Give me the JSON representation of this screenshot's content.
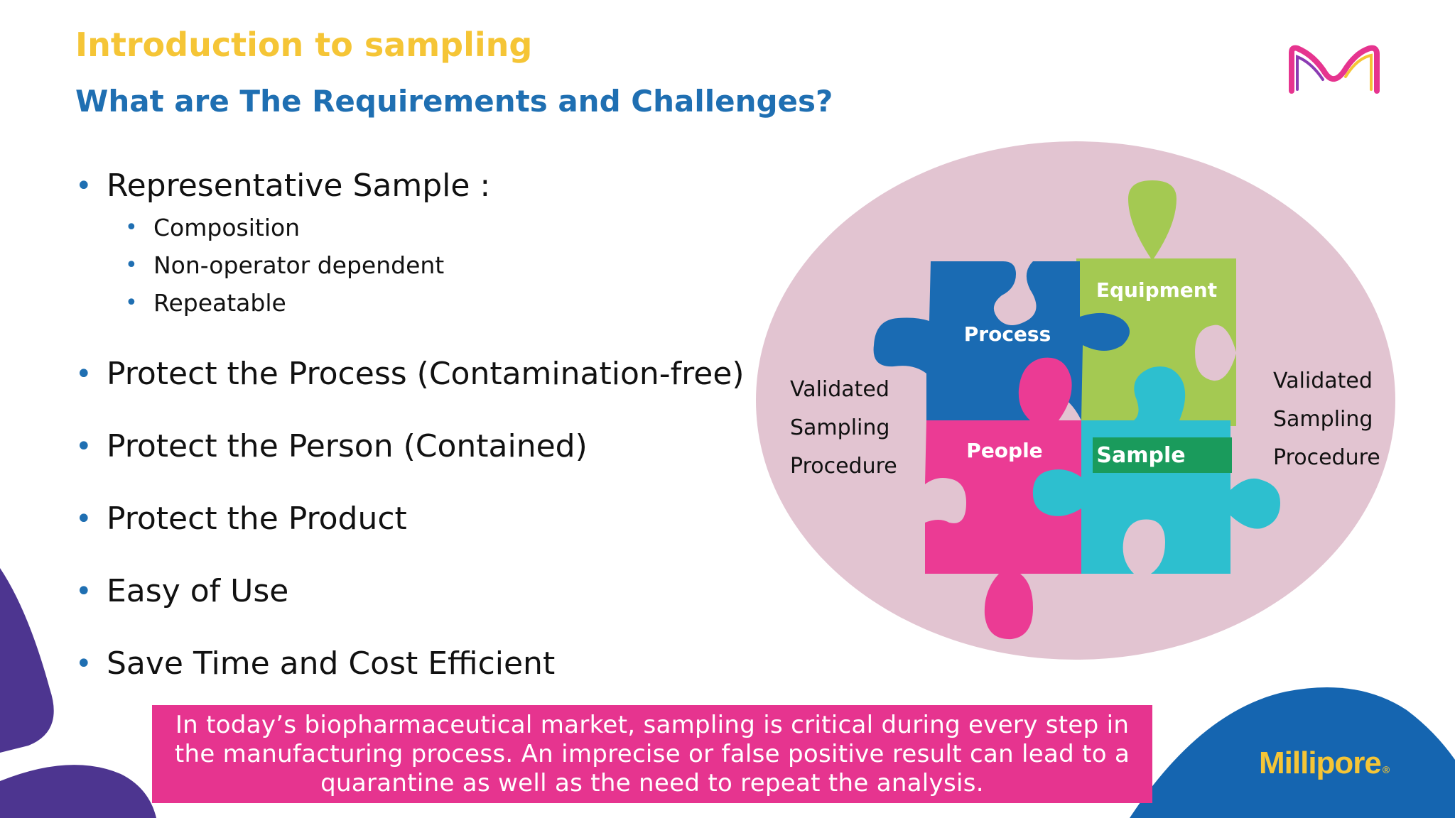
{
  "slide": {
    "title": "Introduction to sampling",
    "subtitle": "What are The Requirements and Challenges?",
    "bullets": [
      {
        "text": "Representative Sample :",
        "subs": [
          "Composition",
          "Non-operator dependent",
          "Repeatable"
        ]
      },
      {
        "text": "Protect the Process (Contamination-free)"
      },
      {
        "text": "Protect the Person (Contained)"
      },
      {
        "text": "Protect the Product"
      },
      {
        "text": "Easy of Use"
      },
      {
        "text": "Save Time and Cost Efficient"
      }
    ],
    "callout": "In today’s biopharmaceutical market, sampling is critical during every step in the manufacturing process. An imprecise or false positive result can lead to a quarantine as well as the need to repeat the analysis."
  },
  "diagram": {
    "pieces": {
      "process": "Process",
      "equipment": "Equipment",
      "people": "People",
      "sample": "Sample"
    },
    "left_label": [
      "Validated",
      "Sampling",
      "Procedure"
    ],
    "right_label": [
      "Validated",
      "Sampling",
      "Procedure"
    ],
    "colors": {
      "ellipse": "#e2c4d1",
      "process": "#1a6bb3",
      "equipment": "#a4c952",
      "people": "#eb3b94",
      "sample": "#2dbfcf",
      "sample_tag": "#1a9b5c"
    }
  },
  "branding": {
    "name": "Millipore",
    "mark": "®",
    "logo": "m-logo-icon",
    "colors": {
      "yellow": "#f5c536",
      "blue": "#1565b0",
      "purple": "#4d3590"
    }
  }
}
